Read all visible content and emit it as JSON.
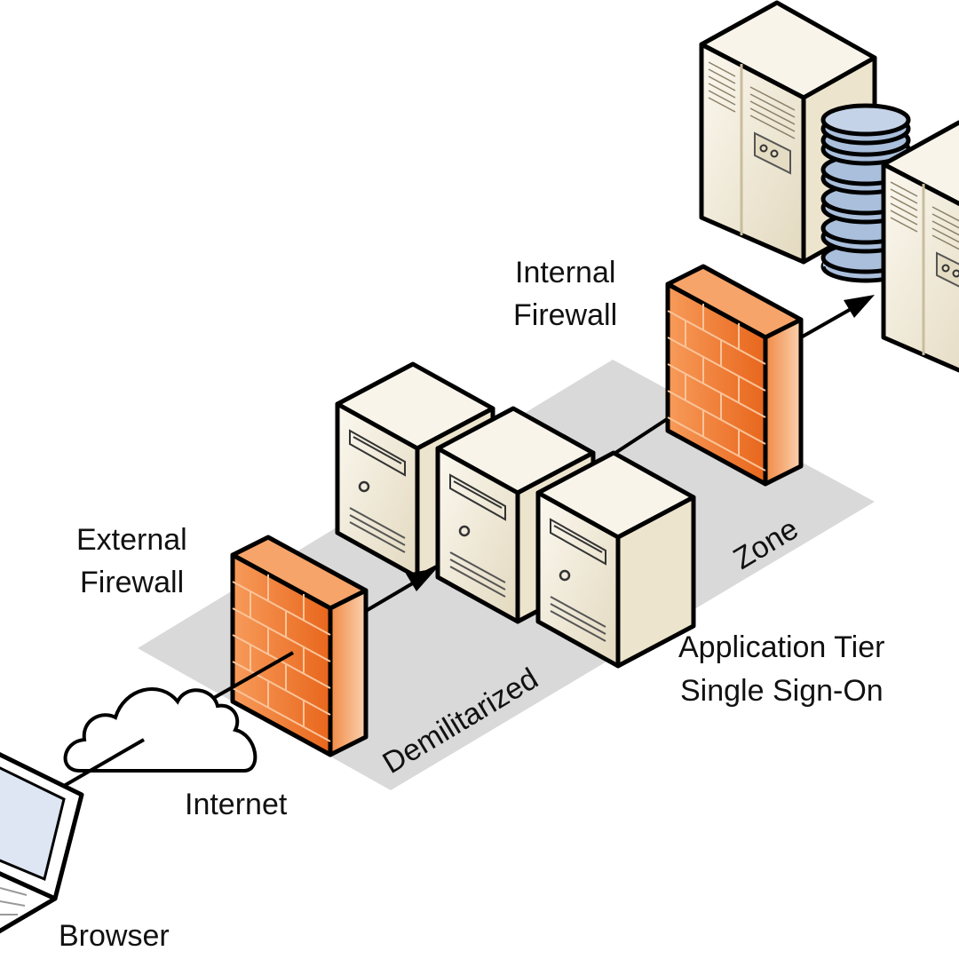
{
  "labels": {
    "browser": "Browser",
    "internet": "Internet",
    "external_firewall": [
      "External",
      "Firewall"
    ],
    "internal_firewall": [
      "Internal",
      "Firewall"
    ],
    "dmz_left": "Demilitarized",
    "dmz_right": "Zone",
    "app_tier": [
      "Application Tier",
      "Single Sign-On"
    ]
  },
  "colors": {
    "firewall": "#f07a30",
    "server": "#efe8d6",
    "database": "#a9bfdc",
    "dmz": "#d9d9d9"
  }
}
